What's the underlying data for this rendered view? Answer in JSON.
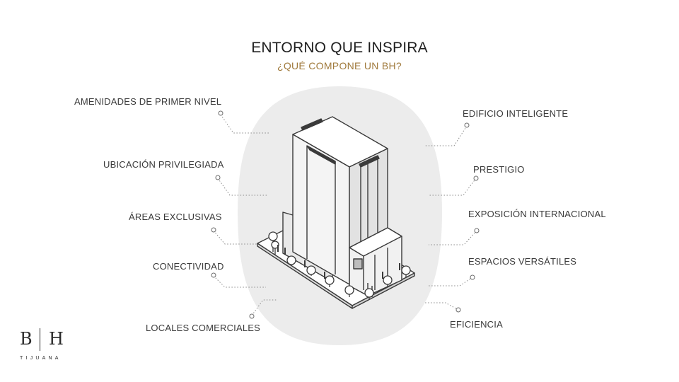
{
  "header": {
    "title": "ENTORNO QUE INSPIRA",
    "subtitle": "¿QUÉ COMPONE UN BH?"
  },
  "colors": {
    "subtitle": "#a07a3c",
    "blob": "#ececec",
    "line": "#3a3a3a",
    "dotted": "#8a8a8a"
  },
  "left_features": [
    "AMENIDADES DE PRIMER NIVEL",
    "UBICACIÓN PRIVILEGIADA",
    "ÁREAS EXCLUSIVAS",
    "CONECTIVIDAD",
    "LOCALES COMERCIALES"
  ],
  "right_features": [
    "EDIFICIO INTELIGENTE",
    "PRESTIGIO",
    "EXPOSICIÓN INTERNACIONAL",
    "ESPACIOS VERSÁTILES",
    "EFICIENCIA"
  ],
  "logo": {
    "left_letter": "B",
    "right_letter": "H",
    "city": "TIJUANA"
  }
}
